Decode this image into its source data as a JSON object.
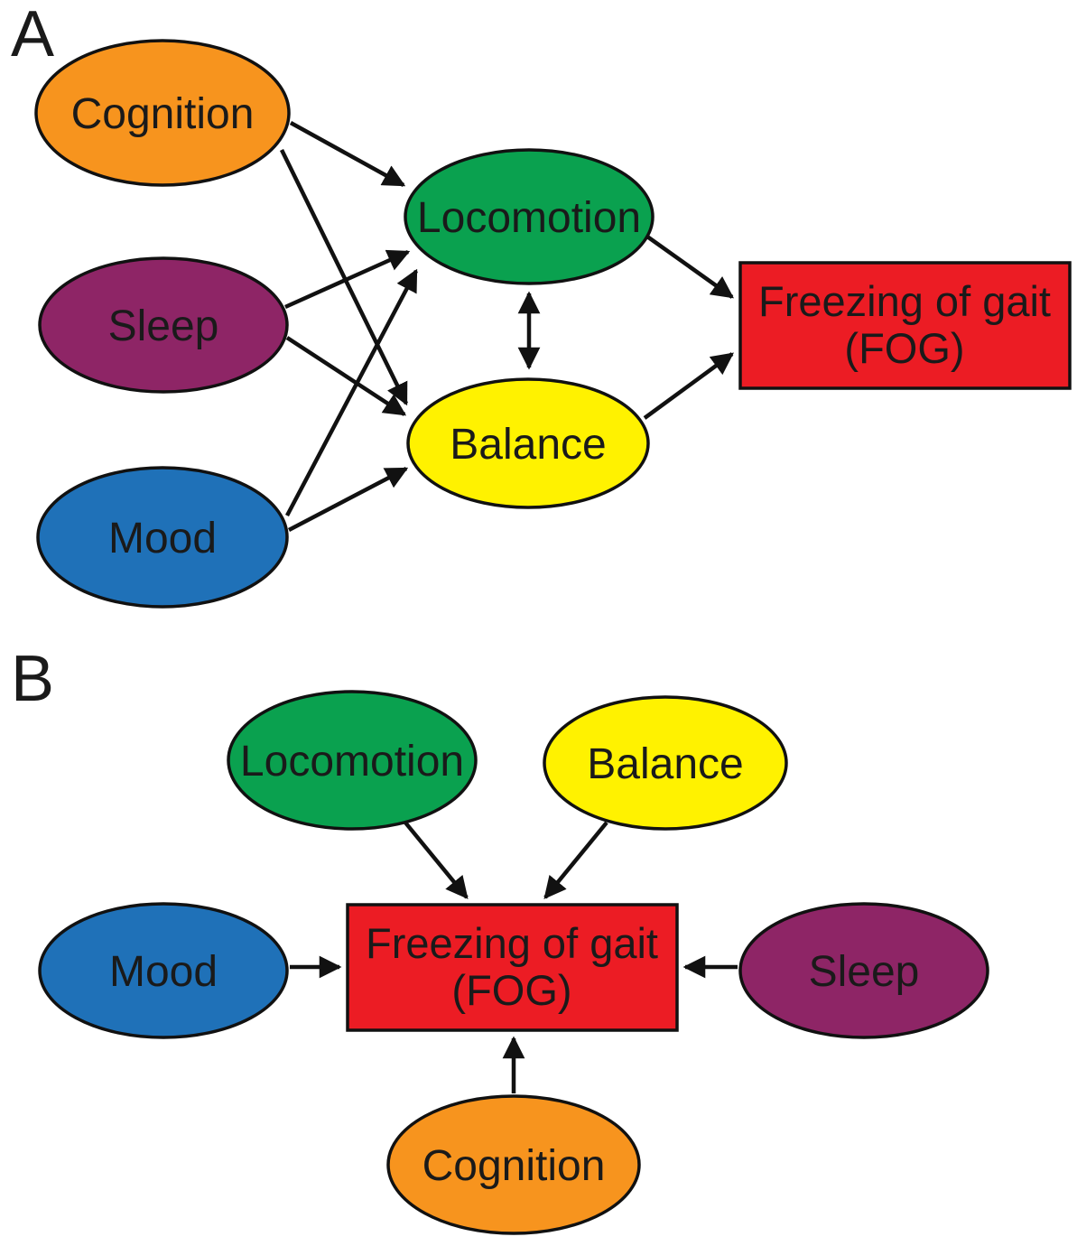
{
  "panels": {
    "a": {
      "letter": "A",
      "edges": [
        {
          "from": "cognition",
          "to": "locomotion",
          "bidirectional": false
        },
        {
          "from": "cognition",
          "to": "balance",
          "bidirectional": false
        },
        {
          "from": "sleep",
          "to": "locomotion",
          "bidirectional": false
        },
        {
          "from": "sleep",
          "to": "balance",
          "bidirectional": false
        },
        {
          "from": "mood",
          "to": "locomotion",
          "bidirectional": false
        },
        {
          "from": "mood",
          "to": "balance",
          "bidirectional": false
        },
        {
          "from": "locomotion",
          "to": "balance",
          "bidirectional": true
        },
        {
          "from": "locomotion",
          "to": "fog",
          "bidirectional": false
        },
        {
          "from": "balance",
          "to": "fog",
          "bidirectional": false
        }
      ]
    },
    "b": {
      "letter": "B",
      "edges": [
        {
          "from": "locomotion",
          "to": "fog",
          "bidirectional": false
        },
        {
          "from": "balance",
          "to": "fog",
          "bidirectional": false
        },
        {
          "from": "mood",
          "to": "fog",
          "bidirectional": false
        },
        {
          "from": "sleep",
          "to": "fog",
          "bidirectional": false
        },
        {
          "from": "cognition",
          "to": "fog",
          "bidirectional": false
        }
      ]
    }
  },
  "node_labels": {
    "cognition": "Cognition",
    "sleep": "Sleep",
    "mood": "Mood",
    "locomotion": "Locomotion",
    "balance": "Balance"
  },
  "fog": {
    "line1": "Freezing of gait",
    "line2": "(FOG)"
  },
  "colors": {
    "cognition": "#F7941E",
    "sleep": "#8E2566",
    "mood": "#1F71B8",
    "locomotion": "#0AA14F",
    "balance": "#FFF200",
    "fog": "#EC1C24",
    "outline": "#111111",
    "text": "#1A1A1A"
  }
}
